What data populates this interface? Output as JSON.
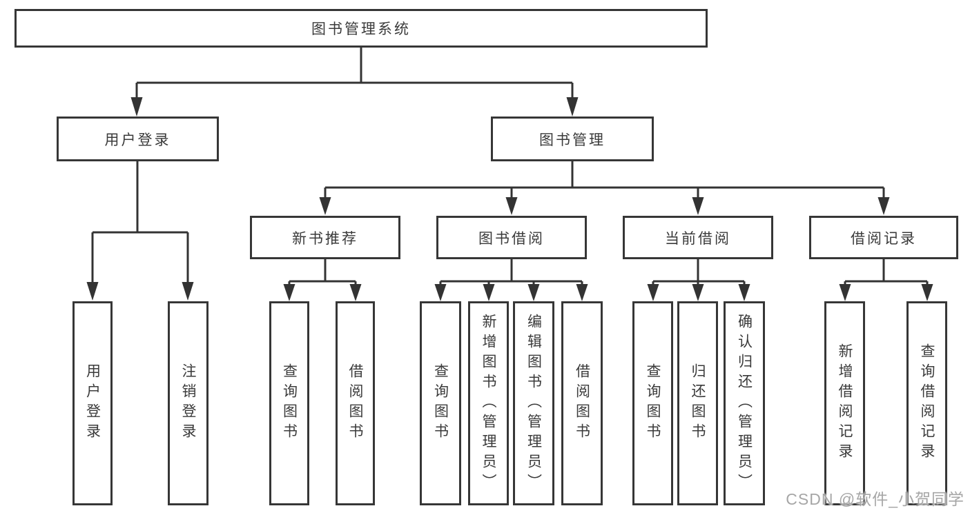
{
  "diagram": {
    "root": "图书管理系统",
    "level2": [
      "用户登录",
      "图书管理"
    ],
    "login_children": [
      "用户登录",
      "注销登录"
    ],
    "modules": [
      {
        "label": "新书推荐",
        "children": [
          "查询图书",
          "借阅图书"
        ]
      },
      {
        "label": "图书借阅",
        "children": [
          "查询图书",
          "新增图书（管理员）",
          "编辑图书（管理员）",
          "借阅图书"
        ]
      },
      {
        "label": "当前借阅",
        "children": [
          "查询图书",
          "归还图书",
          "确认归还（管理员）"
        ]
      },
      {
        "label": "借阅记录",
        "children": [
          "新增借阅记录",
          "查询借阅记录"
        ]
      }
    ],
    "watermark": "CSDN @软件_小贺同学",
    "colors": {
      "border": "#363636",
      "line": "#333333",
      "text": "#3a3a3a",
      "background": "#ffffff",
      "watermark": "#9e9e9e"
    }
  }
}
